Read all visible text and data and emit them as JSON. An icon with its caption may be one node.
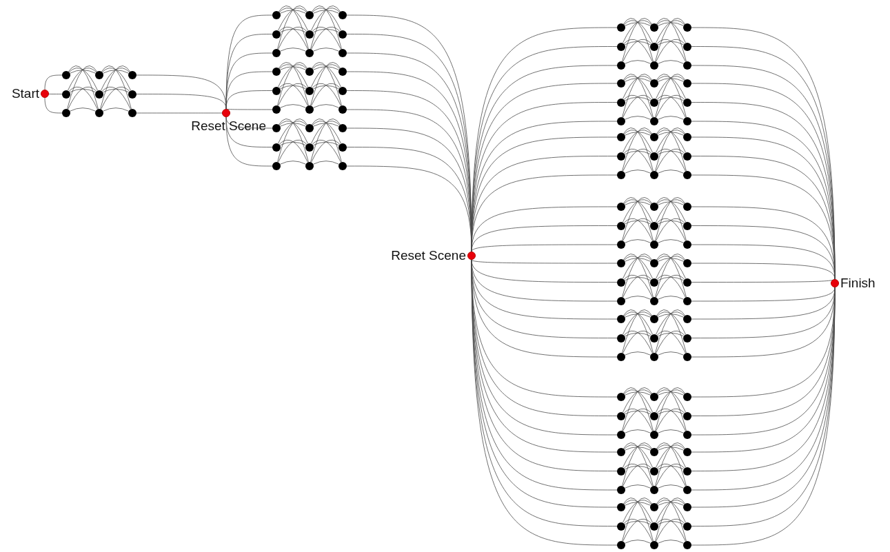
{
  "diagram": {
    "nodes": [
      {
        "text": [
          "Start"
        ]
      },
      {
        "text": [],
        "shape": "circle"
      },
      {
        "text": [],
        "shape": "circle"
      },
      {
        "text": [],
        "shape": "circle"
      },
      {
        "text": [],
        "shape": "circle"
      },
      {
        "text": [],
        "shape": "circle"
      },
      {
        "text": [],
        "shape": "circle"
      },
      {
        "text": [],
        "shape": "circle"
      },
      {
        "text": [],
        "shape": "circle"
      },
      {
        "text": [],
        "shape": "circle"
      },
      {
        "text": [
          "Reset Scene"
        ]
      },
      {
        "text": [],
        "shape": "circle"
      },
      {
        "text": [],
        "shape": "circle"
      },
      {
        "text": [],
        "shape": "circle"
      },
      {
        "text": [],
        "shape": "circle"
      },
      {
        "text": [],
        "shape": "circle"
      },
      {
        "text": [],
        "shape": "circle"
      },
      {
        "text": [],
        "shape": "circle"
      },
      {
        "text": [],
        "shape": "circle"
      },
      {
        "text": [],
        "shape": "circle"
      },
      {
        "text": [],
        "shape": "circle"
      },
      {
        "text": [],
        "shape": "circle"
      },
      {
        "text": [],
        "shape": "circle"
      },
      {
        "text": [],
        "shape": "circle"
      },
      {
        "text": [],
        "shape": "circle"
      },
      {
        "text": [],
        "shape": "circle"
      },
      {
        "text": [],
        "shape": "circle"
      },
      {
        "text": [],
        "shape": "circle"
      },
      {
        "text": [],
        "shape": "circle"
      },
      {
        "text": [],
        "shape": "circle"
      },
      {
        "text": [],
        "shape": "circle"
      },
      {
        "text": [],
        "shape": "circle"
      },
      {
        "text": [],
        "shape": "circle"
      },
      {
        "text": [],
        "shape": "circle"
      },
      {
        "text": [],
        "shape": "circle"
      },
      {
        "text": [],
        "shape": "circle"
      },
      {
        "text": [],
        "shape": "circle"
      },
      {
        "text": [],
        "shape": "circle"
      },
      {
        "text": [
          "Reset Scene"
        ]
      },
      {
        "text": [],
        "shape": "circle"
      },
      {
        "text": [],
        "shape": "circle"
      },
      {
        "text": [],
        "shape": "circle"
      },
      {
        "text": [],
        "shape": "circle"
      },
      {
        "text": [],
        "shape": "circle"
      },
      {
        "text": [],
        "shape": "circle"
      },
      {
        "text": [],
        "shape": "circle"
      },
      {
        "text": [],
        "shape": "circle"
      },
      {
        "text": [],
        "shape": "circle"
      },
      {
        "text": [],
        "shape": "circle"
      },
      {
        "text": [],
        "shape": "circle"
      },
      {
        "text": [],
        "shape": "circle"
      },
      {
        "text": [],
        "shape": "circle"
      },
      {
        "text": [],
        "shape": "circle"
      },
      {
        "text": [],
        "shape": "circle"
      },
      {
        "text": [],
        "shape": "circle"
      },
      {
        "text": [],
        "shape": "circle"
      },
      {
        "text": [],
        "shape": "circle"
      },
      {
        "text": [],
        "shape": "circle"
      },
      {
        "text": [],
        "shape": "circle"
      },
      {
        "text": [],
        "shape": "circle"
      },
      {
        "text": [],
        "shape": "circle"
      },
      {
        "text": [],
        "shape": "circle"
      },
      {
        "text": [],
        "shape": "circle"
      },
      {
        "text": [],
        "shape": "circle"
      },
      {
        "text": [],
        "shape": "circle"
      },
      {
        "text": [],
        "shape": "circle"
      },
      {
        "text": [],
        "shape": "circle"
      },
      {
        "text": [],
        "shape": "circle"
      },
      {
        "text": [],
        "shape": "circle"
      },
      {
        "text": [],
        "shape": "circle"
      },
      {
        "text": [],
        "shape": "circle"
      },
      {
        "text": [],
        "shape": "circle"
      },
      {
        "text": [],
        "shape": "circle"
      },
      {
        "text": [],
        "shape": "circle"
      },
      {
        "text": [],
        "shape": "circle"
      },
      {
        "text": [],
        "shape": "circle"
      },
      {
        "text": [],
        "shape": "circle"
      },
      {
        "text": [],
        "shape": "circle"
      },
      {
        "text": [],
        "shape": "circle"
      },
      {
        "text": [],
        "shape": "circle"
      },
      {
        "text": [],
        "shape": "circle"
      },
      {
        "text": [],
        "shape": "circle"
      },
      {
        "text": [],
        "shape": "circle"
      },
      {
        "text": [],
        "shape": "circle"
      },
      {
        "text": [],
        "shape": "circle"
      },
      {
        "text": [],
        "shape": "circle"
      },
      {
        "text": [],
        "shape": "circle"
      },
      {
        "text": [],
        "shape": "circle"
      },
      {
        "text": [],
        "shape": "circle"
      },
      {
        "text": [],
        "shape": "circle"
      },
      {
        "text": [],
        "shape": "circle"
      },
      {
        "text": [],
        "shape": "circle"
      },
      {
        "text": [],
        "shape": "circle"
      },
      {
        "text": [],
        "shape": "circle"
      },
      {
        "text": [],
        "shape": "circle"
      },
      {
        "text": [],
        "shape": "circle"
      },
      {
        "text": [],
        "shape": "circle"
      },
      {
        "text": [],
        "shape": "circle"
      },
      {
        "text": [],
        "shape": "circle"
      },
      {
        "text": [],
        "shape": "circle"
      },
      {
        "text": [],
        "shape": "circle"
      },
      {
        "text": [],
        "shape": "circle"
      },
      {
        "text": [],
        "shape": "circle"
      },
      {
        "text": [],
        "shape": "circle"
      },
      {
        "text": [],
        "shape": "circle"
      },
      {
        "text": [],
        "shape": "circle"
      },
      {
        "text": [],
        "shape": "circle"
      },
      {
        "text": [],
        "shape": "circle"
      },
      {
        "text": [],
        "shape": "circle"
      },
      {
        "text": [],
        "shape": "circle"
      },
      {
        "text": [],
        "shape": "circle"
      },
      {
        "text": [],
        "shape": "circle"
      },
      {
        "text": [],
        "shape": "circle"
      },
      {
        "text": [],
        "shape": "circle"
      },
      {
        "text": [],
        "shape": "circle"
      },
      {
        "text": [],
        "shape": "circle"
      },
      {
        "text": [],
        "shape": "circle"
      },
      {
        "text": [],
        "shape": "circle"
      },
      {
        "text": [],
        "shape": "circle"
      },
      {
        "text": [],
        "shape": "circle"
      },
      {
        "text": [
          "Finish"
        ]
      }
    ],
    "edges": [
      {
        "from": 0,
        "to": 1,
        "arrow": "none"
      },
      {
        "from": 0,
        "to": 4,
        "arrow": "none"
      },
      {
        "from": 0,
        "to": 7,
        "arrow": "none"
      },
      {
        "from": 1,
        "to": 2,
        "arrow": "none"
      },
      {
        "from": 1,
        "to": 5,
        "arrow": "none"
      },
      {
        "from": 1,
        "to": 8,
        "arrow": "none"
      },
      {
        "from": 4,
        "to": 2,
        "arrow": "none"
      },
      {
        "from": 4,
        "to": 5,
        "arrow": "none"
      },
      {
        "from": 4,
        "to": 8,
        "arrow": "none"
      },
      {
        "from": 7,
        "to": 2,
        "arrow": "none"
      },
      {
        "from": 7,
        "to": 5,
        "arrow": "none"
      },
      {
        "from": 7,
        "to": 8,
        "arrow": "none"
      },
      {
        "from": 2,
        "to": 3,
        "arrow": "none"
      },
      {
        "from": 2,
        "to": 6,
        "arrow": "none"
      },
      {
        "from": 2,
        "to": 9,
        "arrow": "none"
      },
      {
        "from": 5,
        "to": 3,
        "arrow": "none"
      },
      {
        "from": 5,
        "to": 6,
        "arrow": "none"
      },
      {
        "from": 5,
        "to": 9,
        "arrow": "none"
      },
      {
        "from": 8,
        "to": 3,
        "arrow": "none"
      },
      {
        "from": 8,
        "to": 6,
        "arrow": "none"
      },
      {
        "from": 8,
        "to": 9,
        "arrow": "none"
      },
      {
        "from": 3,
        "to": 10,
        "arrow": "none"
      },
      {
        "from": 6,
        "to": 10,
        "arrow": "none"
      },
      {
        "from": 9,
        "to": 10,
        "arrow": "none"
      },
      {
        "from": 10,
        "to": 11,
        "arrow": "none"
      },
      {
        "from": 10,
        "to": 14,
        "arrow": "none"
      },
      {
        "from": 10,
        "to": 17,
        "arrow": "none"
      },
      {
        "from": 10,
        "to": 20,
        "arrow": "none"
      },
      {
        "from": 10,
        "to": 23,
        "arrow": "none"
      },
      {
        "from": 10,
        "to": 26,
        "arrow": "none"
      },
      {
        "from": 10,
        "to": 29,
        "arrow": "none"
      },
      {
        "from": 10,
        "to": 32,
        "arrow": "none"
      },
      {
        "from": 10,
        "to": 35,
        "arrow": "none"
      },
      {
        "from": 11,
        "to": 12,
        "arrow": "none"
      },
      {
        "from": 11,
        "to": 15,
        "arrow": "none"
      },
      {
        "from": 11,
        "to": 18,
        "arrow": "none"
      },
      {
        "from": 14,
        "to": 12,
        "arrow": "none"
      },
      {
        "from": 14,
        "to": 15,
        "arrow": "none"
      },
      {
        "from": 14,
        "to": 18,
        "arrow": "none"
      },
      {
        "from": 17,
        "to": 12,
        "arrow": "none"
      },
      {
        "from": 17,
        "to": 15,
        "arrow": "none"
      },
      {
        "from": 17,
        "to": 18,
        "arrow": "none"
      },
      {
        "from": 12,
        "to": 13,
        "arrow": "none"
      },
      {
        "from": 12,
        "to": 16,
        "arrow": "none"
      },
      {
        "from": 12,
        "to": 19,
        "arrow": "none"
      },
      {
        "from": 15,
        "to": 13,
        "arrow": "none"
      },
      {
        "from": 15,
        "to": 16,
        "arrow": "none"
      },
      {
        "from": 15,
        "to": 19,
        "arrow": "none"
      },
      {
        "from": 18,
        "to": 13,
        "arrow": "none"
      },
      {
        "from": 18,
        "to": 16,
        "arrow": "none"
      },
      {
        "from": 18,
        "to": 19,
        "arrow": "none"
      },
      {
        "from": 20,
        "to": 21,
        "arrow": "none"
      },
      {
        "from": 20,
        "to": 24,
        "arrow": "none"
      },
      {
        "from": 20,
        "to": 27,
        "arrow": "none"
      },
      {
        "from": 23,
        "to": 21,
        "arrow": "none"
      },
      {
        "from": 23,
        "to": 24,
        "arrow": "none"
      },
      {
        "from": 23,
        "to": 27,
        "arrow": "none"
      },
      {
        "from": 26,
        "to": 21,
        "arrow": "none"
      },
      {
        "from": 26,
        "to": 24,
        "arrow": "none"
      },
      {
        "from": 26,
        "to": 27,
        "arrow": "none"
      },
      {
        "from": 21,
        "to": 22,
        "arrow": "none"
      },
      {
        "from": 21,
        "to": 25,
        "arrow": "none"
      },
      {
        "from": 21,
        "to": 28,
        "arrow": "none"
      },
      {
        "from": 24,
        "to": 22,
        "arrow": "none"
      },
      {
        "from": 24,
        "to": 25,
        "arrow": "none"
      },
      {
        "from": 24,
        "to": 28,
        "arrow": "none"
      },
      {
        "from": 27,
        "to": 22,
        "arrow": "none"
      },
      {
        "from": 27,
        "to": 25,
        "arrow": "none"
      },
      {
        "from": 27,
        "to": 28,
        "arrow": "none"
      },
      {
        "from": 29,
        "to": 30,
        "arrow": "none"
      },
      {
        "from": 29,
        "to": 33,
        "arrow": "none"
      },
      {
        "from": 29,
        "to": 36,
        "arrow": "none"
      },
      {
        "from": 32,
        "to": 30,
        "arrow": "none"
      },
      {
        "from": 32,
        "to": 33,
        "arrow": "none"
      },
      {
        "from": 32,
        "to": 36,
        "arrow": "none"
      },
      {
        "from": 35,
        "to": 30,
        "arrow": "none"
      },
      {
        "from": 35,
        "to": 33,
        "arrow": "none"
      },
      {
        "from": 35,
        "to": 36,
        "arrow": "none"
      },
      {
        "from": 30,
        "to": 31,
        "arrow": "none"
      },
      {
        "from": 30,
        "to": 34,
        "arrow": "none"
      },
      {
        "from": 30,
        "to": 37,
        "arrow": "none"
      },
      {
        "from": 33,
        "to": 31,
        "arrow": "none"
      },
      {
        "from": 33,
        "to": 34,
        "arrow": "none"
      },
      {
        "from": 33,
        "to": 37,
        "arrow": "none"
      },
      {
        "from": 36,
        "to": 31,
        "arrow": "none"
      },
      {
        "from": 36,
        "to": 34,
        "arrow": "none"
      },
      {
        "from": 36,
        "to": 37,
        "arrow": "none"
      },
      {
        "from": 13,
        "to": 38,
        "arrow": "none"
      },
      {
        "from": 16,
        "to": 38,
        "arrow": "none"
      },
      {
        "from": 19,
        "to": 38,
        "arrow": "none"
      },
      {
        "from": 22,
        "to": 38,
        "arrow": "none"
      },
      {
        "from": 25,
        "to": 38,
        "arrow": "none"
      },
      {
        "from": 28,
        "to": 38,
        "arrow": "none"
      },
      {
        "from": 31,
        "to": 38,
        "arrow": "none"
      },
      {
        "from": 34,
        "to": 38,
        "arrow": "none"
      },
      {
        "from": 37,
        "to": 38,
        "arrow": "none"
      },
      {
        "from": 38,
        "to": 39,
        "arrow": "none"
      },
      {
        "from": 38,
        "to": 42,
        "arrow": "none"
      },
      {
        "from": 38,
        "to": 45,
        "arrow": "none"
      },
      {
        "from": 38,
        "to": 48,
        "arrow": "none"
      },
      {
        "from": 38,
        "to": 51,
        "arrow": "none"
      },
      {
        "from": 38,
        "to": 54,
        "arrow": "none"
      },
      {
        "from": 38,
        "to": 57,
        "arrow": "none"
      },
      {
        "from": 38,
        "to": 60,
        "arrow": "none"
      },
      {
        "from": 38,
        "to": 63,
        "arrow": "none"
      },
      {
        "from": 38,
        "to": 66,
        "arrow": "none"
      },
      {
        "from": 38,
        "to": 69,
        "arrow": "none"
      },
      {
        "from": 38,
        "to": 72,
        "arrow": "none"
      },
      {
        "from": 38,
        "to": 75,
        "arrow": "none"
      },
      {
        "from": 38,
        "to": 78,
        "arrow": "none"
      },
      {
        "from": 38,
        "to": 81,
        "arrow": "none"
      },
      {
        "from": 38,
        "to": 84,
        "arrow": "none"
      },
      {
        "from": 38,
        "to": 87,
        "arrow": "none"
      },
      {
        "from": 38,
        "to": 90,
        "arrow": "none"
      },
      {
        "from": 38,
        "to": 93,
        "arrow": "none"
      },
      {
        "from": 38,
        "to": 96,
        "arrow": "none"
      },
      {
        "from": 38,
        "to": 99,
        "arrow": "none"
      },
      {
        "from": 38,
        "to": 102,
        "arrow": "none"
      },
      {
        "from": 38,
        "to": 105,
        "arrow": "none"
      },
      {
        "from": 38,
        "to": 108,
        "arrow": "none"
      },
      {
        "from": 38,
        "to": 111,
        "arrow": "none"
      },
      {
        "from": 38,
        "to": 114,
        "arrow": "none"
      },
      {
        "from": 38,
        "to": 117,
        "arrow": "none"
      },
      {
        "from": 39,
        "to": 40,
        "arrow": "none"
      },
      {
        "from": 39,
        "to": 43,
        "arrow": "none"
      },
      {
        "from": 39,
        "to": 46,
        "arrow": "none"
      },
      {
        "from": 42,
        "to": 40,
        "arrow": "none"
      },
      {
        "from": 42,
        "to": 43,
        "arrow": "none"
      },
      {
        "from": 42,
        "to": 46,
        "arrow": "none"
      },
      {
        "from": 45,
        "to": 40,
        "arrow": "none"
      },
      {
        "from": 45,
        "to": 43,
        "arrow": "none"
      },
      {
        "from": 45,
        "to": 46,
        "arrow": "none"
      },
      {
        "from": 40,
        "to": 41,
        "arrow": "none"
      },
      {
        "from": 40,
        "to": 44,
        "arrow": "none"
      },
      {
        "from": 40,
        "to": 47,
        "arrow": "none"
      },
      {
        "from": 43,
        "to": 41,
        "arrow": "none"
      },
      {
        "from": 43,
        "to": 44,
        "arrow": "none"
      },
      {
        "from": 43,
        "to": 47,
        "arrow": "none"
      },
      {
        "from": 46,
        "to": 41,
        "arrow": "none"
      },
      {
        "from": 46,
        "to": 44,
        "arrow": "none"
      },
      {
        "from": 46,
        "to": 47,
        "arrow": "none"
      },
      {
        "from": 48,
        "to": 49,
        "arrow": "none"
      },
      {
        "from": 48,
        "to": 52,
        "arrow": "none"
      },
      {
        "from": 48,
        "to": 55,
        "arrow": "none"
      },
      {
        "from": 51,
        "to": 49,
        "arrow": "none"
      },
      {
        "from": 51,
        "to": 52,
        "arrow": "none"
      },
      {
        "from": 51,
        "to": 55,
        "arrow": "none"
      },
      {
        "from": 54,
        "to": 49,
        "arrow": "none"
      },
      {
        "from": 54,
        "to": 52,
        "arrow": "none"
      },
      {
        "from": 54,
        "to": 55,
        "arrow": "none"
      },
      {
        "from": 49,
        "to": 50,
        "arrow": "none"
      },
      {
        "from": 49,
        "to": 53,
        "arrow": "none"
      },
      {
        "from": 49,
        "to": 56,
        "arrow": "none"
      },
      {
        "from": 52,
        "to": 50,
        "arrow": "none"
      },
      {
        "from": 52,
        "to": 53,
        "arrow": "none"
      },
      {
        "from": 52,
        "to": 56,
        "arrow": "none"
      },
      {
        "from": 55,
        "to": 50,
        "arrow": "none"
      },
      {
        "from": 55,
        "to": 53,
        "arrow": "none"
      },
      {
        "from": 55,
        "to": 56,
        "arrow": "none"
      },
      {
        "from": 57,
        "to": 58,
        "arrow": "none"
      },
      {
        "from": 57,
        "to": 61,
        "arrow": "none"
      },
      {
        "from": 57,
        "to": 64,
        "arrow": "none"
      },
      {
        "from": 60,
        "to": 58,
        "arrow": "none"
      },
      {
        "from": 60,
        "to": 61,
        "arrow": "none"
      },
      {
        "from": 60,
        "to": 64,
        "arrow": "none"
      },
      {
        "from": 63,
        "to": 58,
        "arrow": "none"
      },
      {
        "from": 63,
        "to": 61,
        "arrow": "none"
      },
      {
        "from": 63,
        "to": 64,
        "arrow": "none"
      },
      {
        "from": 58,
        "to": 59,
        "arrow": "none"
      },
      {
        "from": 58,
        "to": 62,
        "arrow": "none"
      },
      {
        "from": 58,
        "to": 65,
        "arrow": "none"
      },
      {
        "from": 61,
        "to": 59,
        "arrow": "none"
      },
      {
        "from": 61,
        "to": 62,
        "arrow": "none"
      },
      {
        "from": 61,
        "to": 65,
        "arrow": "none"
      },
      {
        "from": 64,
        "to": 59,
        "arrow": "none"
      },
      {
        "from": 64,
        "to": 62,
        "arrow": "none"
      },
      {
        "from": 64,
        "to": 65,
        "arrow": "none"
      },
      {
        "from": 66,
        "to": 67,
        "arrow": "none"
      },
      {
        "from": 66,
        "to": 70,
        "arrow": "none"
      },
      {
        "from": 66,
        "to": 73,
        "arrow": "none"
      },
      {
        "from": 69,
        "to": 67,
        "arrow": "none"
      },
      {
        "from": 69,
        "to": 70,
        "arrow": "none"
      },
      {
        "from": 69,
        "to": 73,
        "arrow": "none"
      },
      {
        "from": 72,
        "to": 67,
        "arrow": "none"
      },
      {
        "from": 72,
        "to": 70,
        "arrow": "none"
      },
      {
        "from": 72,
        "to": 73,
        "arrow": "none"
      },
      {
        "from": 67,
        "to": 68,
        "arrow": "none"
      },
      {
        "from": 67,
        "to": 71,
        "arrow": "none"
      },
      {
        "from": 67,
        "to": 74,
        "arrow": "none"
      },
      {
        "from": 70,
        "to": 68,
        "arrow": "none"
      },
      {
        "from": 70,
        "to": 71,
        "arrow": "none"
      },
      {
        "from": 70,
        "to": 74,
        "arrow": "none"
      },
      {
        "from": 73,
        "to": 68,
        "arrow": "none"
      },
      {
        "from": 73,
        "to": 71,
        "arrow": "none"
      },
      {
        "from": 73,
        "to": 74,
        "arrow": "none"
      },
      {
        "from": 75,
        "to": 76,
        "arrow": "none"
      },
      {
        "from": 75,
        "to": 79,
        "arrow": "none"
      },
      {
        "from": 75,
        "to": 82,
        "arrow": "none"
      },
      {
        "from": 78,
        "to": 76,
        "arrow": "none"
      },
      {
        "from": 78,
        "to": 79,
        "arrow": "none"
      },
      {
        "from": 78,
        "to": 82,
        "arrow": "none"
      },
      {
        "from": 81,
        "to": 76,
        "arrow": "none"
      },
      {
        "from": 81,
        "to": 79,
        "arrow": "none"
      },
      {
        "from": 81,
        "to": 82,
        "arrow": "none"
      },
      {
        "from": 76,
        "to": 77,
        "arrow": "none"
      },
      {
        "from": 76,
        "to": 80,
        "arrow": "none"
      },
      {
        "from": 76,
        "to": 83,
        "arrow": "none"
      },
      {
        "from": 79,
        "to": 77,
        "arrow": "none"
      },
      {
        "from": 79,
        "to": 80,
        "arrow": "none"
      },
      {
        "from": 79,
        "to": 83,
        "arrow": "none"
      },
      {
        "from": 82,
        "to": 77,
        "arrow": "none"
      },
      {
        "from": 82,
        "to": 80,
        "arrow": "none"
      },
      {
        "from": 82,
        "to": 83,
        "arrow": "none"
      },
      {
        "from": 84,
        "to": 85,
        "arrow": "none"
      },
      {
        "from": 84,
        "to": 88,
        "arrow": "none"
      },
      {
        "from": 84,
        "to": 91,
        "arrow": "none"
      },
      {
        "from": 87,
        "to": 85,
        "arrow": "none"
      },
      {
        "from": 87,
        "to": 88,
        "arrow": "none"
      },
      {
        "from": 87,
        "to": 91,
        "arrow": "none"
      },
      {
        "from": 90,
        "to": 85,
        "arrow": "none"
      },
      {
        "from": 90,
        "to": 88,
        "arrow": "none"
      },
      {
        "from": 90,
        "to": 91,
        "arrow": "none"
      },
      {
        "from": 85,
        "to": 86,
        "arrow": "none"
      },
      {
        "from": 85,
        "to": 89,
        "arrow": "none"
      },
      {
        "from": 85,
        "to": 92,
        "arrow": "none"
      },
      {
        "from": 88,
        "to": 86,
        "arrow": "none"
      },
      {
        "from": 88,
        "to": 89,
        "arrow": "none"
      },
      {
        "from": 88,
        "to": 92,
        "arrow": "none"
      },
      {
        "from": 91,
        "to": 86,
        "arrow": "none"
      },
      {
        "from": 91,
        "to": 89,
        "arrow": "none"
      },
      {
        "from": 91,
        "to": 92,
        "arrow": "none"
      },
      {
        "from": 93,
        "to": 94,
        "arrow": "none"
      },
      {
        "from": 93,
        "to": 97,
        "arrow": "none"
      },
      {
        "from": 93,
        "to": 100,
        "arrow": "none"
      },
      {
        "from": 96,
        "to": 94,
        "arrow": "none"
      },
      {
        "from": 96,
        "to": 97,
        "arrow": "none"
      },
      {
        "from": 96,
        "to": 100,
        "arrow": "none"
      },
      {
        "from": 99,
        "to": 94,
        "arrow": "none"
      },
      {
        "from": 99,
        "to": 97,
        "arrow": "none"
      },
      {
        "from": 99,
        "to": 100,
        "arrow": "none"
      },
      {
        "from": 94,
        "to": 95,
        "arrow": "none"
      },
      {
        "from": 94,
        "to": 98,
        "arrow": "none"
      },
      {
        "from": 94,
        "to": 101,
        "arrow": "none"
      },
      {
        "from": 97,
        "to": 95,
        "arrow": "none"
      },
      {
        "from": 97,
        "to": 98,
        "arrow": "none"
      },
      {
        "from": 97,
        "to": 101,
        "arrow": "none"
      },
      {
        "from": 100,
        "to": 95,
        "arrow": "none"
      },
      {
        "from": 100,
        "to": 98,
        "arrow": "none"
      },
      {
        "from": 100,
        "to": 101,
        "arrow": "none"
      },
      {
        "from": 102,
        "to": 103,
        "arrow": "none"
      },
      {
        "from": 102,
        "to": 106,
        "arrow": "none"
      },
      {
        "from": 102,
        "to": 109,
        "arrow": "none"
      },
      {
        "from": 105,
        "to": 103,
        "arrow": "none"
      },
      {
        "from": 105,
        "to": 106,
        "arrow": "none"
      },
      {
        "from": 105,
        "to": 109,
        "arrow": "none"
      },
      {
        "from": 108,
        "to": 103,
        "arrow": "none"
      },
      {
        "from": 108,
        "to": 106,
        "arrow": "none"
      },
      {
        "from": 108,
        "to": 109,
        "arrow": "none"
      },
      {
        "from": 103,
        "to": 104,
        "arrow": "none"
      },
      {
        "from": 103,
        "to": 107,
        "arrow": "none"
      },
      {
        "from": 103,
        "to": 110,
        "arrow": "none"
      },
      {
        "from": 106,
        "to": 104,
        "arrow": "none"
      },
      {
        "from": 106,
        "to": 107,
        "arrow": "none"
      },
      {
        "from": 106,
        "to": 110,
        "arrow": "none"
      },
      {
        "from": 109,
        "to": 104,
        "arrow": "none"
      },
      {
        "from": 109,
        "to": 107,
        "arrow": "none"
      },
      {
        "from": 109,
        "to": 110,
        "arrow": "none"
      },
      {
        "from": 111,
        "to": 112,
        "arrow": "none"
      },
      {
        "from": 111,
        "to": 115,
        "arrow": "none"
      },
      {
        "from": 111,
        "to": 118,
        "arrow": "none"
      },
      {
        "from": 114,
        "to": 112,
        "arrow": "none"
      },
      {
        "from": 114,
        "to": 115,
        "arrow": "none"
      },
      {
        "from": 114,
        "to": 118,
        "arrow": "none"
      },
      {
        "from": 117,
        "to": 112,
        "arrow": "none"
      },
      {
        "from": 117,
        "to": 115,
        "arrow": "none"
      },
      {
        "from": 117,
        "to": 118,
        "arrow": "none"
      },
      {
        "from": 112,
        "to": 113,
        "arrow": "none"
      },
      {
        "from": 112,
        "to": 116,
        "arrow": "none"
      },
      {
        "from": 112,
        "to": 119,
        "arrow": "none"
      },
      {
        "from": 115,
        "to": 113,
        "arrow": "none"
      },
      {
        "from": 115,
        "to": 116,
        "arrow": "none"
      },
      {
        "from": 115,
        "to": 119,
        "arrow": "none"
      },
      {
        "from": 118,
        "to": 113,
        "arrow": "none"
      },
      {
        "from": 118,
        "to": 116,
        "arrow": "none"
      },
      {
        "from": 118,
        "to": 119,
        "arrow": "none"
      },
      {
        "from": 41,
        "to": 120,
        "arrow": "none"
      },
      {
        "from": 44,
        "to": 120,
        "arrow": "none"
      },
      {
        "from": 47,
        "to": 120,
        "arrow": "none"
      },
      {
        "from": 50,
        "to": 120,
        "arrow": "none"
      },
      {
        "from": 53,
        "to": 120,
        "arrow": "none"
      },
      {
        "from": 56,
        "to": 120,
        "arrow": "none"
      },
      {
        "from": 59,
        "to": 120,
        "arrow": "none"
      },
      {
        "from": 62,
        "to": 120,
        "arrow": "none"
      },
      {
        "from": 65,
        "to": 120,
        "arrow": "none"
      },
      {
        "from": 68,
        "to": 120,
        "arrow": "none"
      },
      {
        "from": 71,
        "to": 120,
        "arrow": "none"
      },
      {
        "from": 74,
        "to": 120,
        "arrow": "none"
      },
      {
        "from": 77,
        "to": 120,
        "arrow": "none"
      },
      {
        "from": 80,
        "to": 120,
        "arrow": "none"
      },
      {
        "from": 83,
        "to": 120,
        "arrow": "none"
      },
      {
        "from": 86,
        "to": 120,
        "arrow": "none"
      },
      {
        "from": 89,
        "to": 120,
        "arrow": "none"
      },
      {
        "from": 92,
        "to": 120,
        "arrow": "none"
      },
      {
        "from": 95,
        "to": 120,
        "arrow": "none"
      },
      {
        "from": 98,
        "to": 120,
        "arrow": "none"
      },
      {
        "from": 101,
        "to": 120,
        "arrow": "none"
      },
      {
        "from": 104,
        "to": 120,
        "arrow": "none"
      },
      {
        "from": 107,
        "to": 120,
        "arrow": "none"
      },
      {
        "from": 110,
        "to": 120,
        "arrow": "none"
      },
      {
        "from": 113,
        "to": 120,
        "arrow": "none"
      },
      {
        "from": 116,
        "to": 120,
        "arrow": "none"
      },
      {
        "from": 119,
        "to": 120,
        "arrow": "none"
      }
    ]
  }
}
